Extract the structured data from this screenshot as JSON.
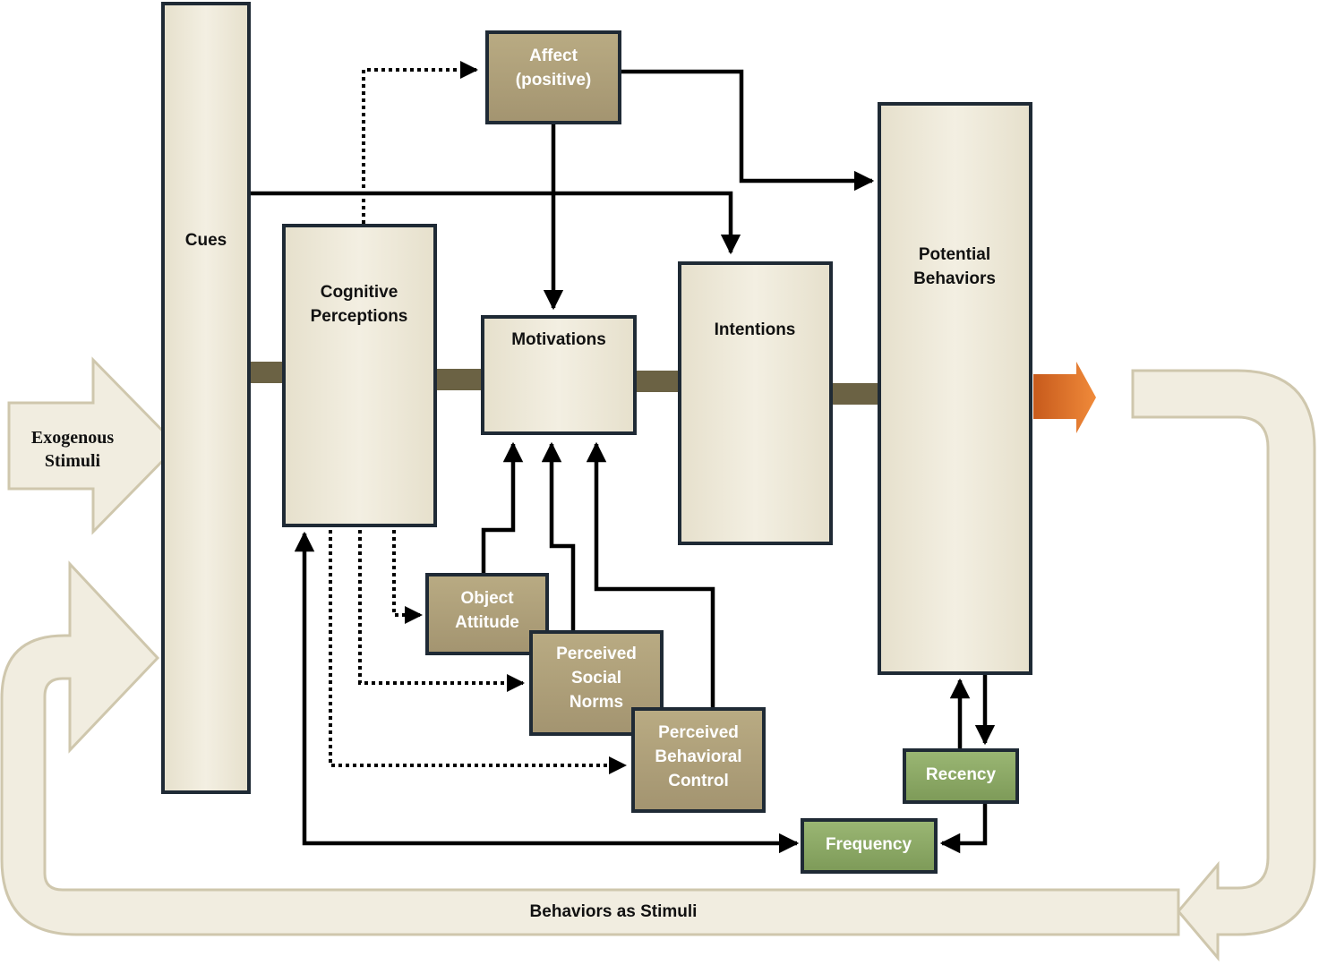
{
  "nodes": {
    "cues": {
      "label": "Cues"
    },
    "cognitive": {
      "line1": "Cognitive",
      "line2": "Perceptions"
    },
    "affect": {
      "line1": "Affect",
      "line2": "(positive)"
    },
    "motivations": {
      "label": "Motivations"
    },
    "intentions": {
      "label": "Intentions"
    },
    "potential": {
      "line1": "Potential",
      "line2": "Behaviors"
    },
    "object_attitude": {
      "line1": "Object",
      "line2": "Attitude"
    },
    "social_norms": {
      "line1": "Perceived",
      "line2": "Social",
      "line3": "Norms"
    },
    "behavioral_control": {
      "line1": "Perceived",
      "line2": "Behavioral",
      "line3": "Control"
    },
    "recency": {
      "label": "Recency"
    },
    "frequency": {
      "label": "Frequency"
    }
  },
  "labels": {
    "exogenous_line1": "Exogenous",
    "exogenous_line2": "Stimuli",
    "feedback": "Behaviors as Stimuli"
  },
  "colors": {
    "cream_box": "#efeadb",
    "tan_box": "#aa9c73",
    "green_box": "#86a360",
    "box_border": "#1f2a35",
    "block_arrow": "#6b6244",
    "output_arrow": "#d96c24",
    "feedback_loop": "#f1ede0"
  }
}
